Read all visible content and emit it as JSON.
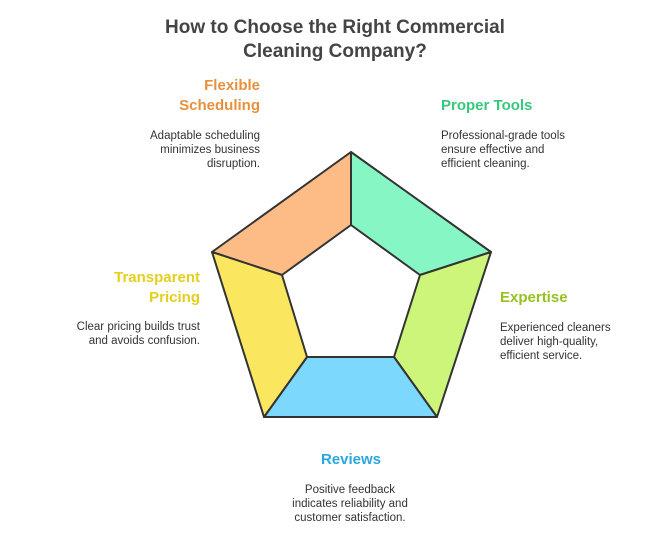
{
  "title": {
    "line1": "How to Choose the Right Commercial",
    "line2": "Cleaning Company?"
  },
  "colors": {
    "title_text": "#444444",
    "stroke": "#333333",
    "flexible": "#fdbb85",
    "tools": "#86f6c4",
    "expertise": "#cdf57a",
    "reviews": "#7cd8fc",
    "pricing": "#fbe75f"
  },
  "segments": {
    "flexible": {
      "label_lines": [
        "Flexible",
        "Scheduling"
      ],
      "label_color": "#e8903b",
      "desc_lines": [
        "Adaptable scheduling",
        "minimizes business",
        "disruption."
      ]
    },
    "tools": {
      "label_lines": [
        "Proper Tools"
      ],
      "label_color": "#36c97d",
      "desc_lines": [
        "Professional-grade tools",
        "ensure effective and",
        "efficient cleaning."
      ]
    },
    "expertise": {
      "label_lines": [
        "Expertise"
      ],
      "label_color": "#97c11f",
      "desc_lines": [
        "Experienced cleaners",
        "deliver high-quality,",
        "efficient service."
      ]
    },
    "reviews": {
      "label_lines": [
        "Reviews"
      ],
      "label_color": "#2aa7dd",
      "desc_lines": [
        "Positive feedback",
        "indicates reliability and",
        "customer satisfaction."
      ]
    },
    "pricing": {
      "label_lines": [
        "Transparent",
        "Pricing"
      ],
      "label_color": "#e6cf1c",
      "desc_lines": [
        "Clear pricing builds trust",
        "and avoids confusion."
      ]
    }
  }
}
